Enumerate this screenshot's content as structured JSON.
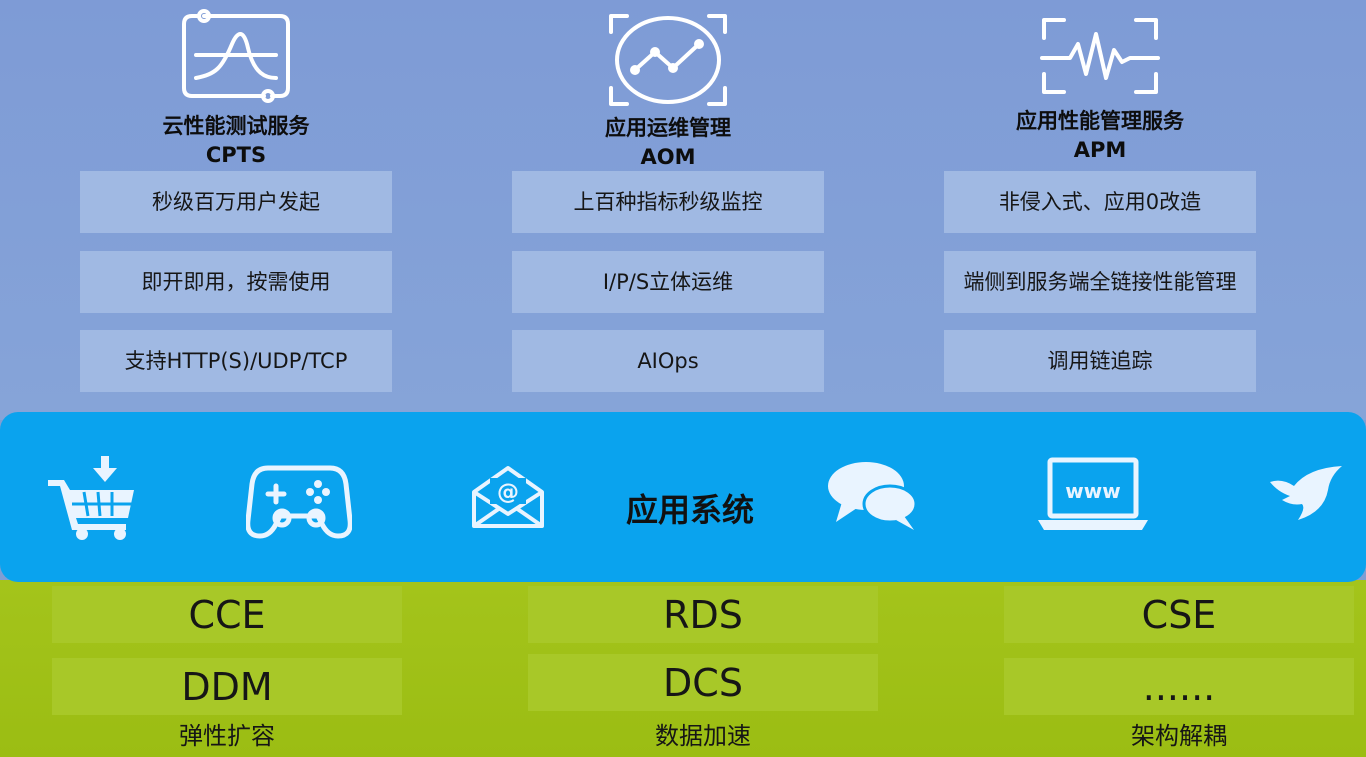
{
  "services": [
    {
      "icon": "chart-curve-icon",
      "title": "云性能测试服务",
      "code": "CPTS",
      "features": [
        "秒级百万用户发起",
        "即开即用，按需使用",
        "支持HTTP(S)/UDP/TCP"
      ]
    },
    {
      "icon": "line-chart-icon",
      "title": "应用运维管理",
      "code": "AOM",
      "features": [
        "上百种指标秒级监控",
        "I/P/S立体运维",
        "AIOps"
      ]
    },
    {
      "icon": "waveform-icon",
      "title": "应用性能管理服务",
      "code": "APM",
      "features": [
        "非侵入式、应用0改造",
        "端侧到服务端全链接性能管理",
        "调用链追踪"
      ]
    }
  ],
  "app_system": {
    "title": "应用系统",
    "icons": [
      "shopping-cart-icon",
      "gamepad-icon",
      "email-icon",
      "chat-bubbles-icon",
      "www-laptop-icon",
      "bird-icon"
    ],
    "laptop_text": "www"
  },
  "groups": [
    {
      "items": [
        "CCE",
        "DDM"
      ],
      "caption": "弹性扩容"
    },
    {
      "items": [
        "RDS",
        "DCS"
      ],
      "caption": "数据加速"
    },
    {
      "items": [
        "CSE",
        "......"
      ],
      "caption": "架构解耦"
    }
  ],
  "colors": {
    "top_bg": "#7e9bd6",
    "feature_box": "#a0b9e3",
    "band_bg": "#0aa3ee",
    "bottom_bg": "#a4c41b",
    "icon_light": "#e9f4ff"
  }
}
